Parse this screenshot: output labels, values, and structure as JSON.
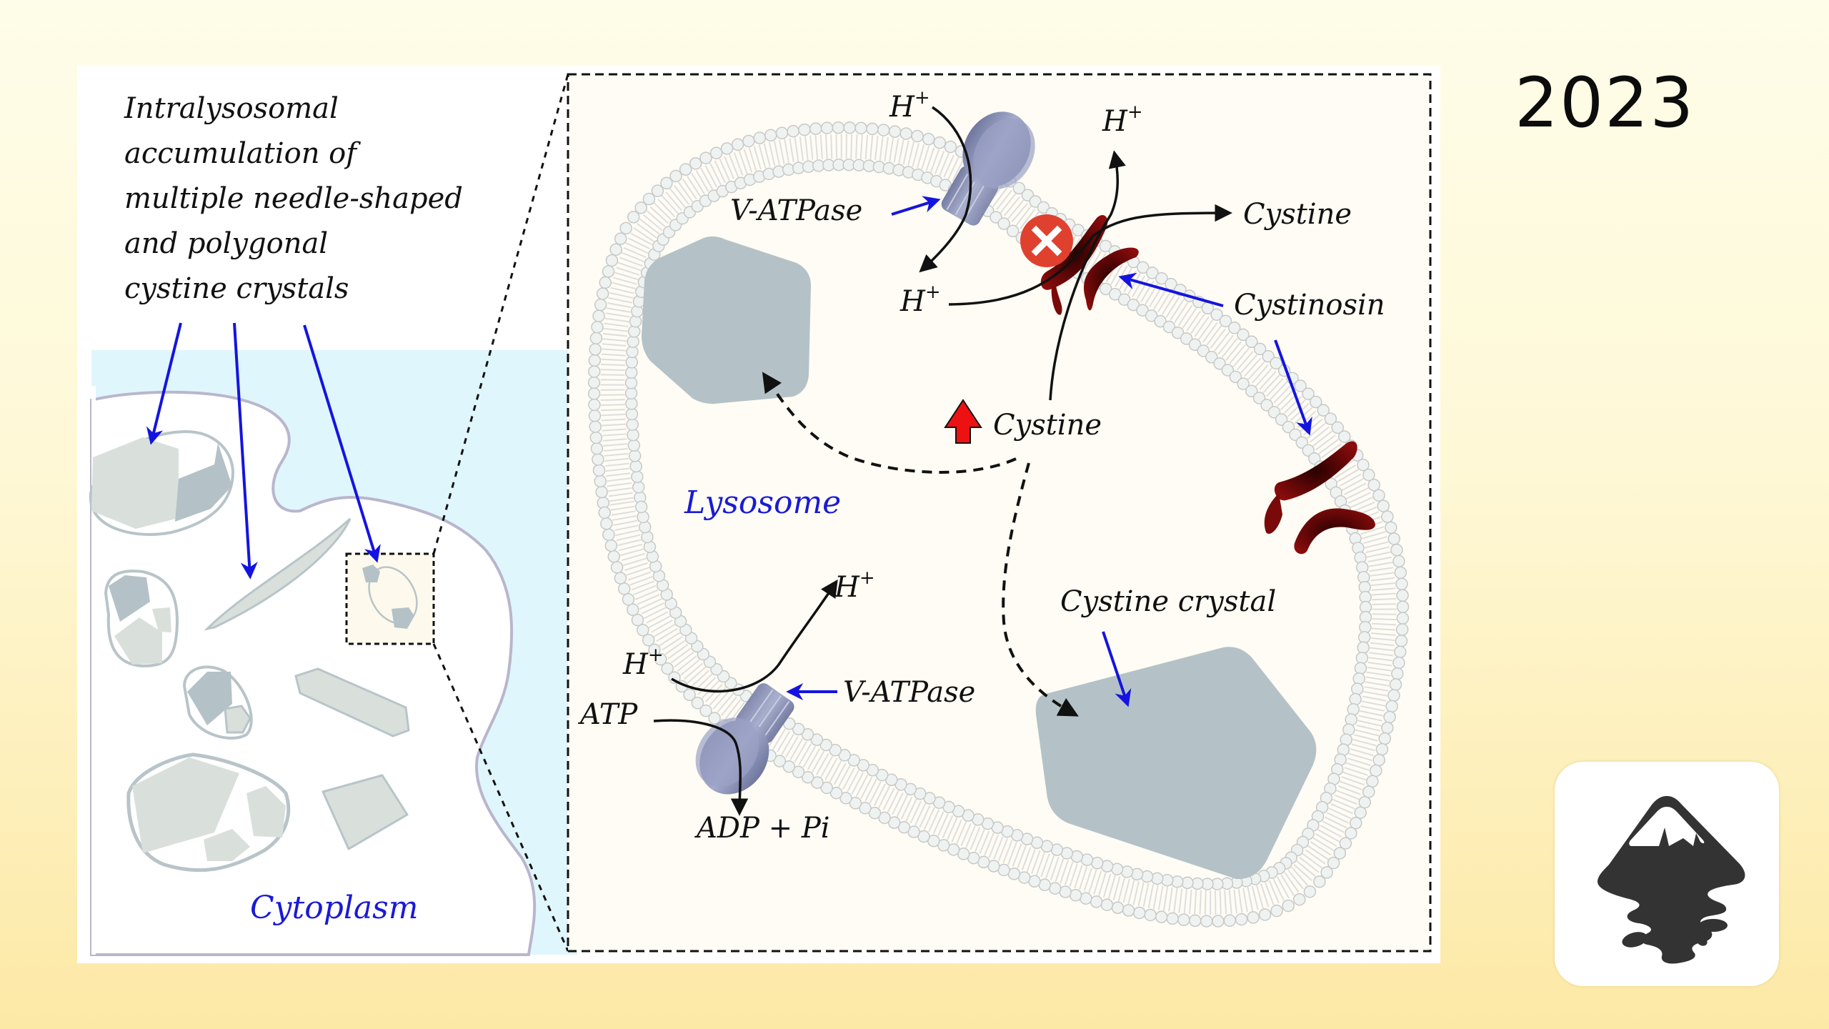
{
  "year": "2023",
  "app_logo": {
    "name": "inkscape-logo",
    "mark_color": "#333333",
    "tile_color": "#ffffff"
  },
  "colors": {
    "panel": "#ffffff",
    "zoom_box_fill": "#fefcf4",
    "extracellular": "#e0f6fd",
    "crystal": "#b4c2c7",
    "crystal_light": "#d9e0dc",
    "membrane_line": "#b9b6cc",
    "lipid_head": "#eef3f1",
    "lipid_outline": "#c8c8c8",
    "vatpase": "#8e95b8",
    "cystinosin": "#7a0a0a",
    "blocked": "#e0412f",
    "arrow_blue": "#1414e0",
    "label_blue": "#1a1ad6",
    "increase_arrow": "#ee1111"
  },
  "left_panel": {
    "caption_lines": [
      "Intralysosomal",
      "accumulation of",
      "multiple needle-shaped",
      "and polygonal",
      "cystine crystals"
    ],
    "cytoplasm_label": "Cytoplasm"
  },
  "zoom_panel": {
    "lysosome_label": "Lysosome",
    "top_pump": {
      "label": "V-ATPase",
      "proton_in": "H",
      "proton_out": "H",
      "charge": "+"
    },
    "transporter": {
      "blocked_icon": "x-circle",
      "proton_label": "H",
      "proton_exit_label": "H",
      "charge": "+",
      "exit_label": "Cystine",
      "protein_label": "Cystinosin"
    },
    "accumulation": {
      "indicator": "increase-arrow",
      "label": "Cystine"
    },
    "crystal_label": "Cystine crystal",
    "bottom_pump": {
      "label": "V-ATPase",
      "proton_in": "H",
      "proton_out": "H",
      "charge": "+",
      "substrate": "ATP",
      "product": "ADP + Pi"
    }
  }
}
